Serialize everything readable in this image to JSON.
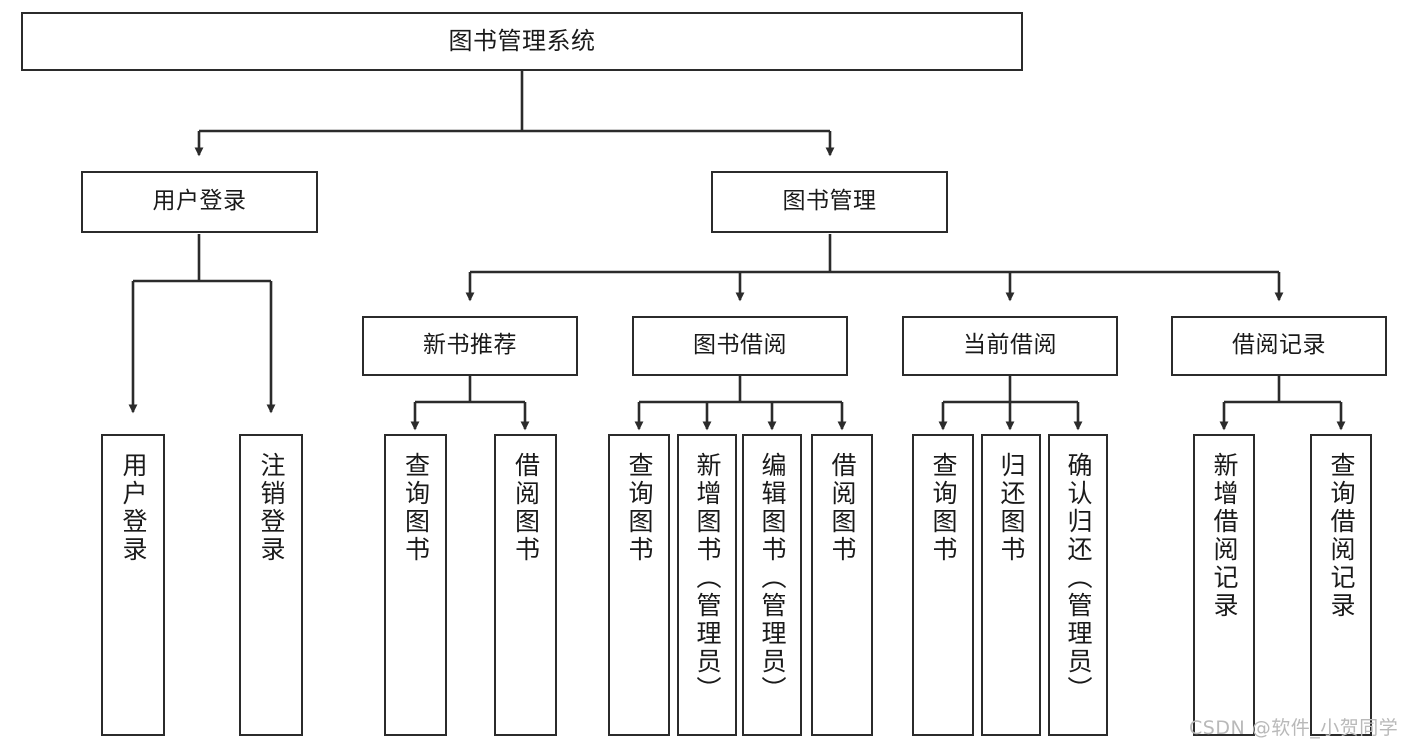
{
  "diagram": {
    "title": "图书管理系统",
    "type": "tree-hierarchy",
    "colors": {
      "box_border": "#2b2b2b",
      "box_fill": "#ffffff",
      "edge": "#2b2b2b",
      "text": "#1a1a1a",
      "watermark": "#b9b9b9",
      "background": "#ffffff"
    },
    "root": {
      "label": "图书管理系统"
    },
    "level2": [
      {
        "label": "用户登录"
      },
      {
        "label": "图书管理"
      }
    ],
    "level3": [
      {
        "label": "新书推荐"
      },
      {
        "label": "图书借阅"
      },
      {
        "label": "当前借阅"
      },
      {
        "label": "借阅记录"
      }
    ],
    "leaves": {
      "user_login": [
        {
          "label": "用户登录"
        },
        {
          "label": "注销登录"
        }
      ],
      "new_book_recommend": [
        {
          "label": "查询图书"
        },
        {
          "label": "借阅图书"
        }
      ],
      "book_borrow": [
        {
          "label": "查询图书"
        },
        {
          "label": "新增图书（管理员）"
        },
        {
          "label": "编辑图书（管理员）"
        },
        {
          "label": "借阅图书"
        }
      ],
      "current_borrow": [
        {
          "label": "查询图书"
        },
        {
          "label": "归还图书"
        },
        {
          "label": "确认归还（管理员）"
        }
      ],
      "borrow_record": [
        {
          "label": "新增借阅记录"
        },
        {
          "label": "查询借阅记录"
        }
      ]
    },
    "watermark": "CSDN @软件_小贺同学"
  }
}
